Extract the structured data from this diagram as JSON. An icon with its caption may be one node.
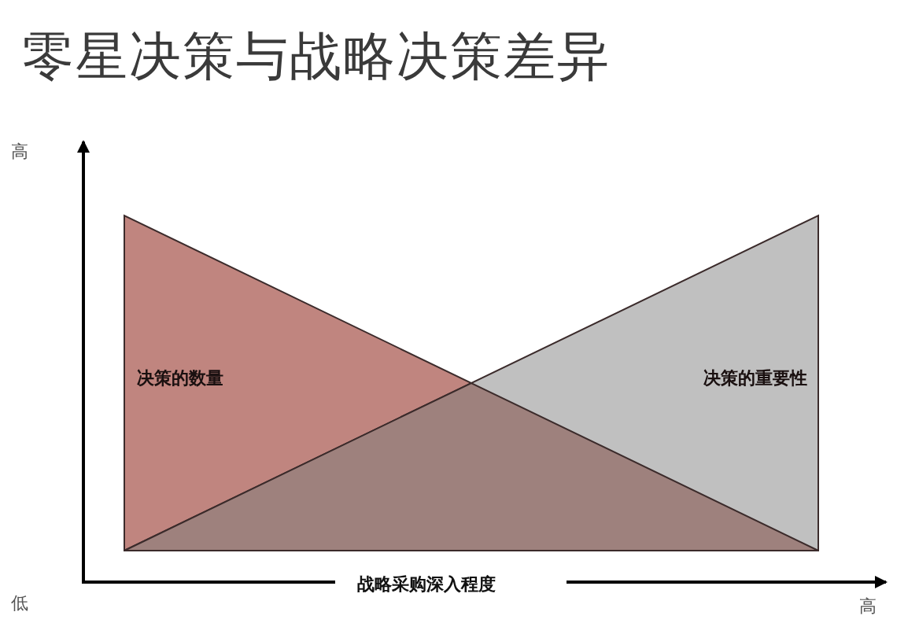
{
  "diagram": {
    "title": "零星决策与战略决策差异",
    "nodes": [
      {
        "text": [
          "决策的数量"
        ]
      },
      {
        "text": [
          "决策的重要性"
        ]
      }
    ],
    "labels": [
      "高",
      "低",
      "战略采购深入程度",
      "高"
    ]
  }
}
